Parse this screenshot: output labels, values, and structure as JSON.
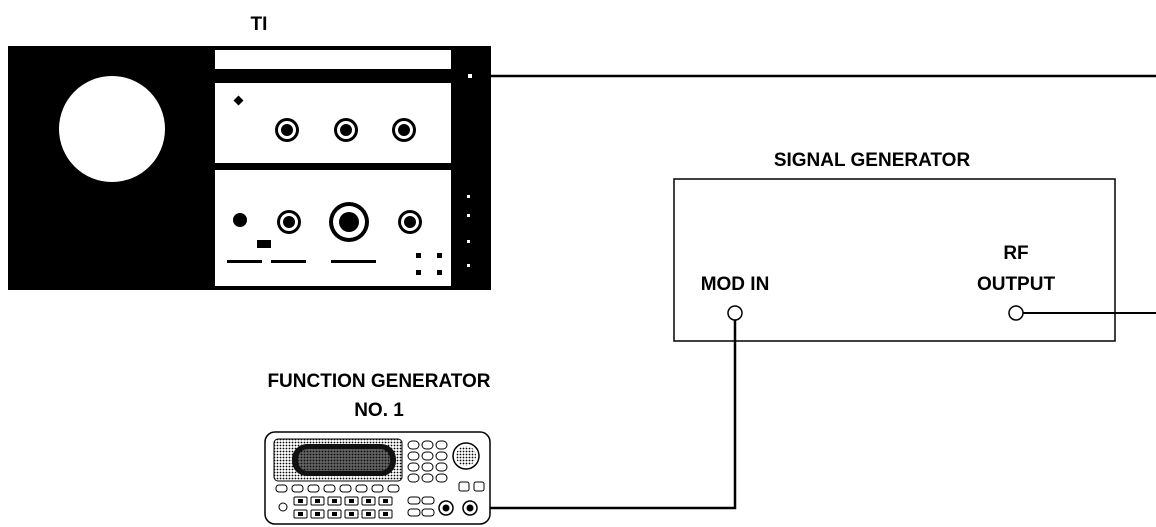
{
  "labels": {
    "ti": "TI",
    "signal_generator": "SIGNAL GENERATOR",
    "mod_in": "MOD IN",
    "rf_line1": "RF",
    "rf_line2": "OUTPUT",
    "function_generator_line1": "FUNCTION GENERATOR",
    "function_generator_line2": "NO. 1"
  },
  "colors": {
    "ink": "#000000",
    "paper": "#ffffff",
    "panel_shade": "#cfcfcf"
  },
  "icons": {
    "ti_instrument": "oscilloscope-icon",
    "function_generator": "function-generator-icon"
  }
}
